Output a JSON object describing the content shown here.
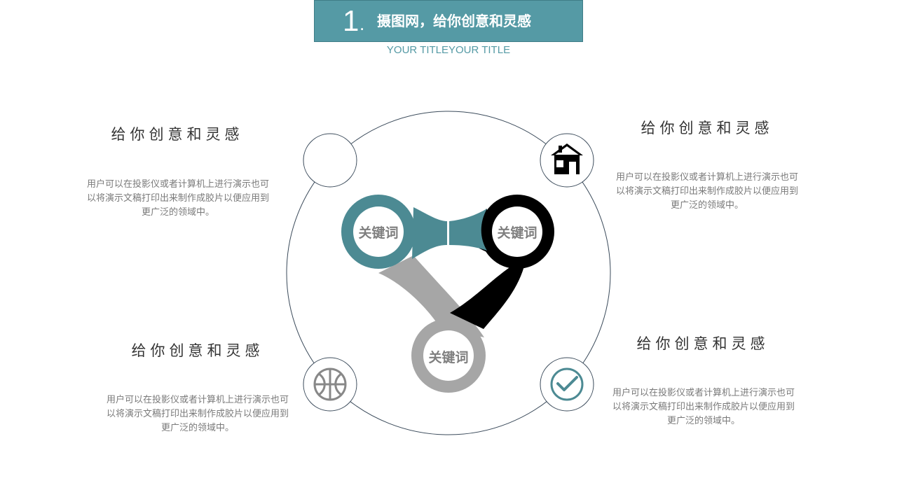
{
  "header": {
    "number": "1",
    "dot": ".",
    "title": "摄图网，给你创意和灵感",
    "subtitle": "YOUR TITLEYOUR TITLE"
  },
  "blocks": [
    {
      "heading": "给你创意和灵感",
      "body": "用户可以在投影仪或者计算机上进行演示也可以将演示文稿打印出来制作成胶片以便应用到更广泛的领域中。"
    },
    {
      "heading": "给你创意和灵感",
      "body": "用户可以在投影仪或者计算机上进行演示也可以将演示文稿打印出来制作成胶片以便应用到更广泛的领域中。"
    },
    {
      "heading": "给你创意和灵感",
      "body": "用户可以在投影仪或者计算机上进行演示也可以将演示文稿打印出来制作成胶片以便应用到更广泛的领域中。"
    },
    {
      "heading": "给你创意和灵感",
      "body": "用户可以在投影仪或者计算机上进行演示也可以将演示文稿打印出来制作成胶片以便应用到更广泛的领域中。"
    }
  ],
  "keywords": [
    "关键词",
    "关键词",
    "关键词"
  ],
  "icons": [
    "empty-circle",
    "house-icon",
    "basketball-icon",
    "checkmark-icon"
  ],
  "colors": {
    "accent": "#559aa5",
    "teal_node": "#4c8a93",
    "black_node": "#000000",
    "gray_node": "#a6a6a6",
    "ring": "#3a4a5a",
    "keyword_text": "#7f7f7f"
  }
}
